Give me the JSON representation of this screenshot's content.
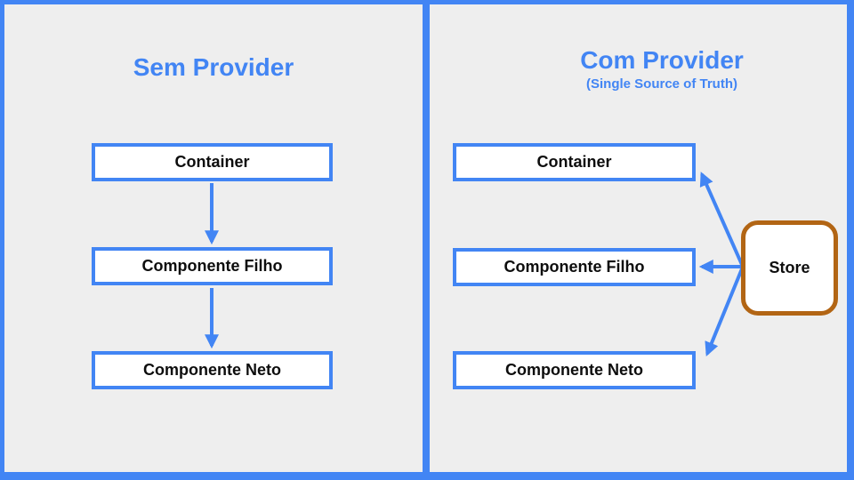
{
  "colors": {
    "background_blue": "#4285f4",
    "panel_gray": "#eeeeee",
    "box_fill": "#ffffff",
    "box_border_blue": "#4285f4",
    "arrow_blue": "#4285f4",
    "store_border_orange": "#b26514",
    "title_blue": "#4285f4",
    "label_black": "#0d0d0d"
  },
  "panels": {
    "left": {
      "title": "Sem Provider",
      "boxes": [
        {
          "label": "Container"
        },
        {
          "label": "Componente Filho"
        },
        {
          "label": "Componente Neto"
        }
      ]
    },
    "right": {
      "title": "Com Provider",
      "subtitle": "(Single Source of Truth)",
      "boxes": [
        {
          "label": "Container"
        },
        {
          "label": "Componente Filho"
        },
        {
          "label": "Componente Neto"
        }
      ],
      "store": {
        "label": "Store"
      }
    }
  }
}
